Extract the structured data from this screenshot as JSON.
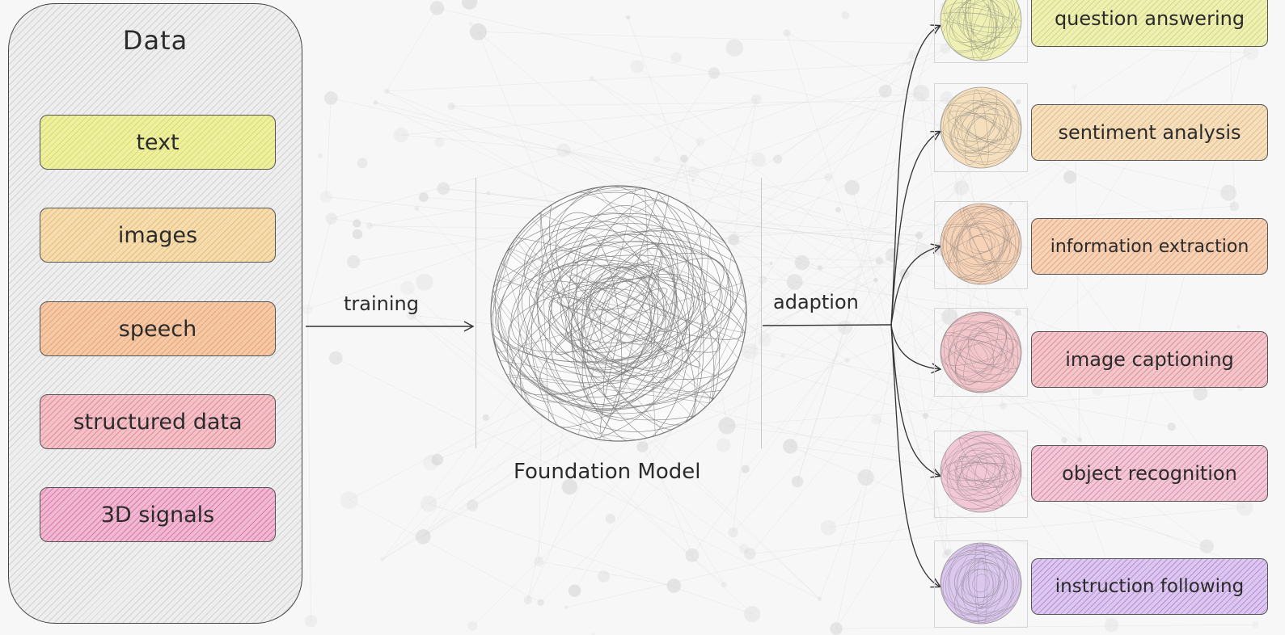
{
  "data_panel": {
    "title": "Data",
    "items": [
      {
        "label": "text",
        "color": "#eef0a0",
        "stripe": "#d8dc70"
      },
      {
        "label": "images",
        "color": "#f5ddb0",
        "stripe": "#e6c07c"
      },
      {
        "label": "speech",
        "color": "#f5c9a6",
        "stripe": "#e8a574"
      },
      {
        "label": "structured data",
        "color": "#f4c1c8",
        "stripe": "#e28d9b"
      },
      {
        "label": "3D signals",
        "color": "#f1b8d2",
        "stripe": "#d97aa8"
      }
    ]
  },
  "arrows": {
    "training": "training",
    "adaption": "adaption"
  },
  "model": {
    "label": "Foundation Model"
  },
  "tasks": [
    {
      "label": "question answering",
      "color": "#eef0b4",
      "stripe": "#d6da82"
    },
    {
      "label": "sentiment analysis",
      "color": "#f5dfbd",
      "stripe": "#e3c08c"
    },
    {
      "label": "information extraction",
      "color": "#f6d2b7",
      "stripe": "#e6aa84"
    },
    {
      "label": "image captioning",
      "color": "#f3c6cb",
      "stripe": "#e0929c"
    },
    {
      "label": "object recognition",
      "color": "#f2c7d6",
      "stripe": "#dd90ad"
    },
    {
      "label": "instruction following",
      "color": "#dcc7ee",
      "stripe": "#b88edc"
    }
  ]
}
